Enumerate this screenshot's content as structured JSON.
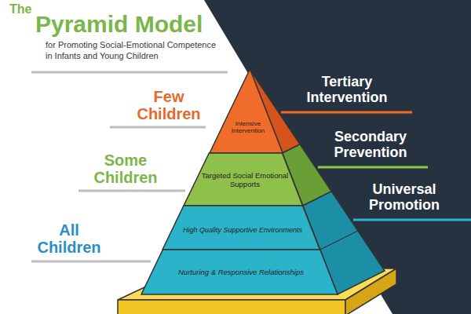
{
  "diagram": {
    "title": "Pyramid Model",
    "nodes": [
      {
        "text": [
          "Intensive Intervention"
        ]
      },
      {
        "text": [
          "Targeted Social Emotional Supports"
        ]
      },
      {
        "text": [
          "High Quality Supportive Environments"
        ]
      },
      {
        "text": [
          "Nurturing & Responsive Relationships"
        ]
      }
    ],
    "labels": [
      "The",
      "for Promoting Social-Emotional Competence in Infants and Young Children",
      "Few Children",
      "Some Children",
      "All Children",
      "Tertiary Intervention",
      "Secondary Prevention",
      "Universal Promotion"
    ]
  }
}
